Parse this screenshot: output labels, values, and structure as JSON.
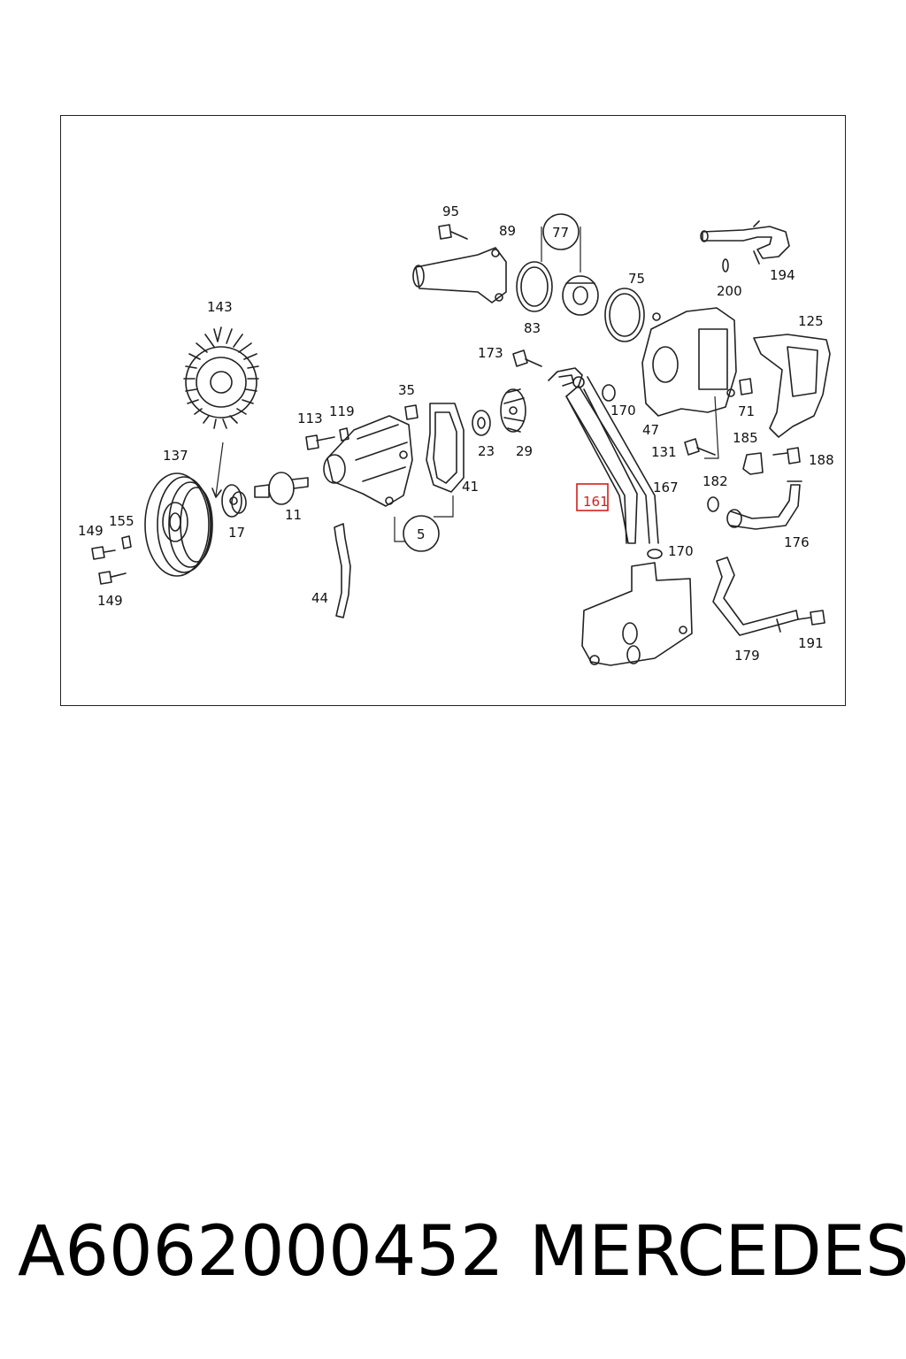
{
  "diagram": {
    "highlighted_label": "161",
    "callouts": [
      "95",
      "89",
      "77",
      "75",
      "200",
      "194",
      "125",
      "83",
      "143",
      "173",
      "170",
      "35",
      "113",
      "119",
      "71",
      "47",
      "185",
      "131",
      "188",
      "137",
      "23",
      "29",
      "41",
      "167",
      "182",
      "149",
      "155",
      "17",
      "11",
      "5",
      "176",
      "170",
      "149",
      "44",
      "179",
      "191"
    ]
  },
  "footer": {
    "part_number": "A6062000452",
    "brand": "MERCEDES"
  }
}
